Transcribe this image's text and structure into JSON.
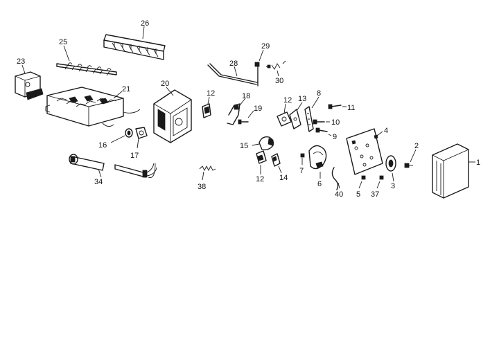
{
  "diagram": {
    "header_text": "",
    "ink_color": "#1a1a1a",
    "background_color": "#ffffff",
    "callouts": [
      "26",
      "25",
      "23",
      "21",
      "20",
      "12",
      "18",
      "19",
      "28",
      "29",
      "30",
      "12",
      "13",
      "8",
      "11",
      "10",
      "9",
      "4",
      "2",
      "1",
      "16",
      "17",
      "34",
      "38",
      "15",
      "12",
      "14",
      "7",
      "6",
      "40",
      "5",
      "37",
      "3"
    ]
  }
}
